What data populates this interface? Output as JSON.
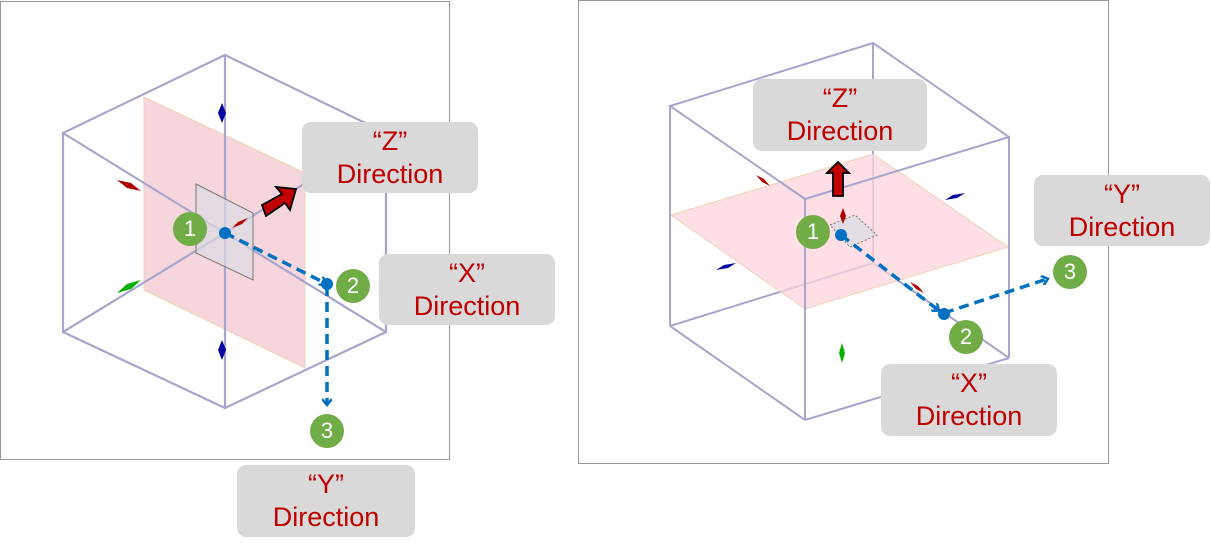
{
  "colors": {
    "label_text": "#c00000",
    "label_bg": "#d9d9d9",
    "step_marker": "#70ad47",
    "path": "#0070c0",
    "cube_edge": "#a6a6cc",
    "plane": "#f4c7d0"
  },
  "left_panel": {
    "labels": {
      "z": {
        "axis": "“Z”",
        "word": "Direction"
      },
      "x": {
        "axis": "“X”",
        "word": "Direction"
      },
      "y": {
        "axis": "“Y”",
        "word": "Direction"
      }
    },
    "steps": [
      "1",
      "2",
      "3"
    ]
  },
  "right_panel": {
    "labels": {
      "z": {
        "axis": "“Z”",
        "word": "Direction"
      },
      "x": {
        "axis": "“X”",
        "word": "Direction"
      },
      "y": {
        "axis": "“Y”",
        "word": "Direction"
      }
    },
    "steps": [
      "1",
      "2",
      "3"
    ]
  }
}
